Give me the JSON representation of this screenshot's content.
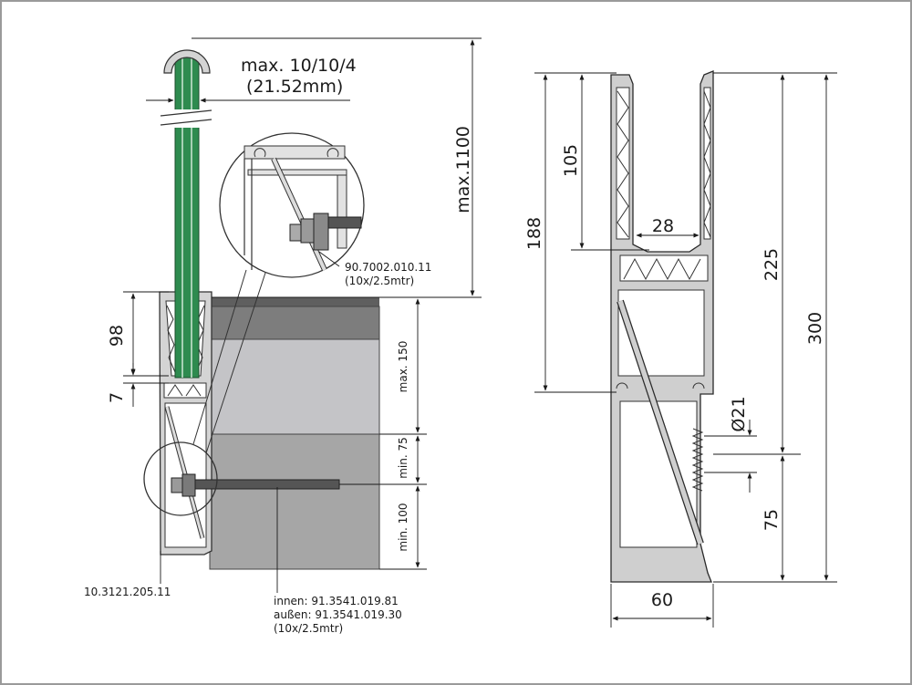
{
  "glass_spec": {
    "line1": "max. 10/10/4",
    "line2": "(21.52mm)"
  },
  "height_max": "max.1100",
  "left_dims": {
    "d98": "98",
    "d7": "7",
    "max150": "max. 150",
    "min75": "min. 75",
    "min100": "min. 100"
  },
  "callouts": {
    "clamp_part": "90.7002.010.11",
    "clamp_pack": "(10x/2.5mtr)",
    "profile_part": "10.3121.205.11",
    "anchor_inner": "innen: 91.3541.019.81",
    "anchor_outer": "außen: 91.3541.019.30",
    "anchor_pack": "(10x/2.5mtr)"
  },
  "right_dims": {
    "d105": "105",
    "d188": "188",
    "d28": "28",
    "d225": "225",
    "d300": "300",
    "d21": "Ø21",
    "d75": "75",
    "d60": "60"
  },
  "colors": {
    "glass": "#2e8b4f",
    "profile": "#cfcfcf",
    "wall_dark": "#7d7d7d",
    "wall_light": "#c4c4c7",
    "slab": "#a6a6a6"
  }
}
